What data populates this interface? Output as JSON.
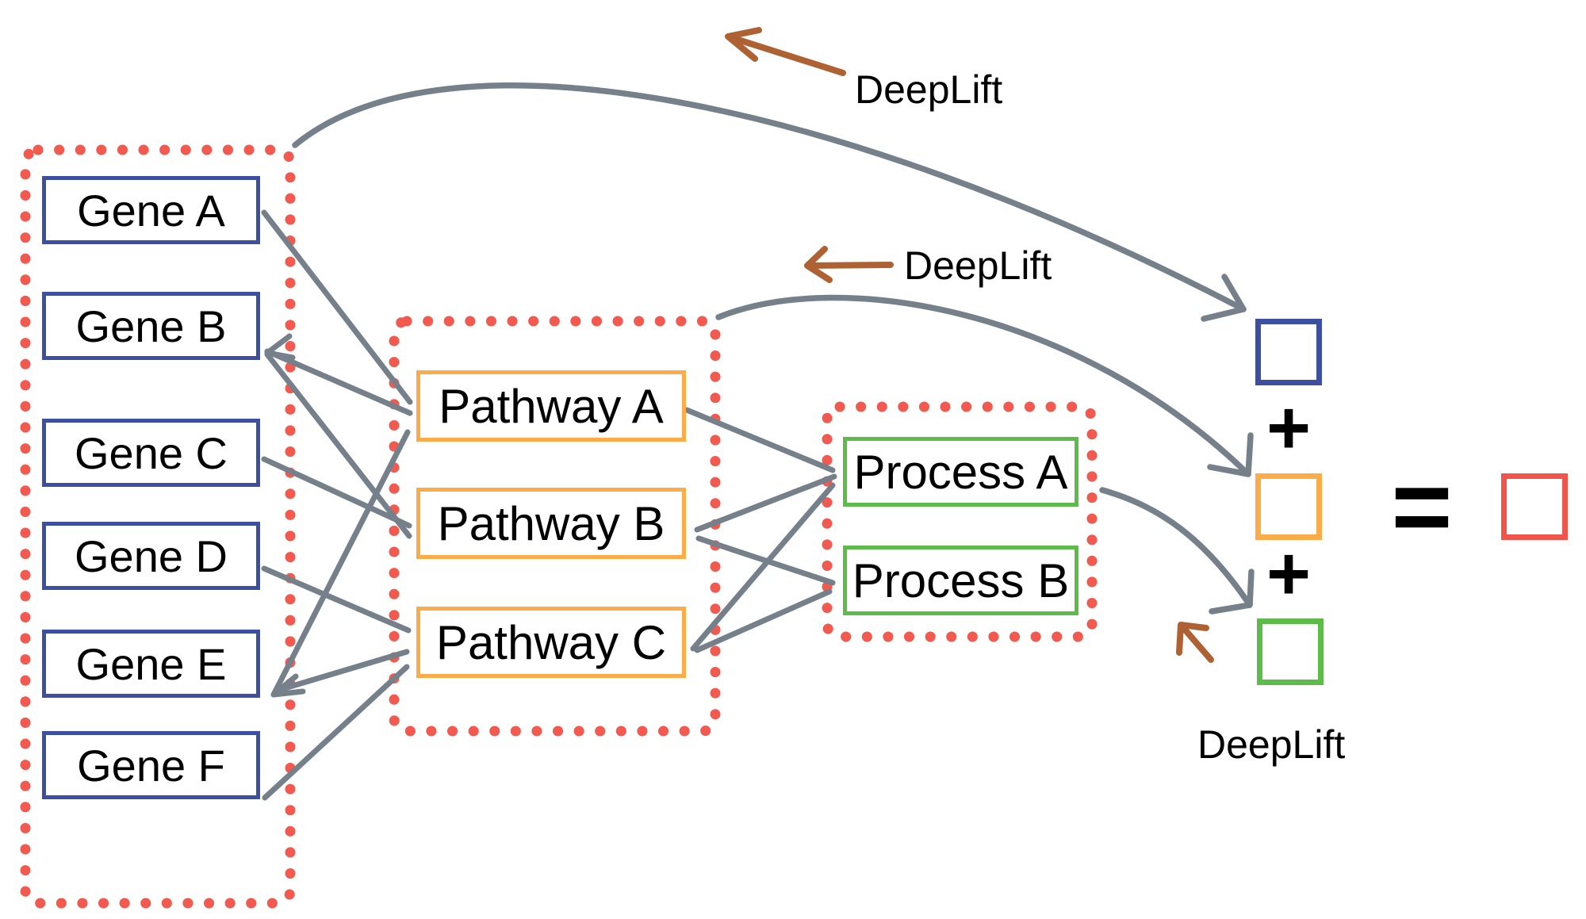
{
  "diagram": {
    "genes": [
      {
        "label": "Gene A"
      },
      {
        "label": "Gene B"
      },
      {
        "label": "Gene C"
      },
      {
        "label": "Gene D"
      },
      {
        "label": "Gene E"
      },
      {
        "label": "Gene F"
      }
    ],
    "pathways": [
      {
        "label": "Pathway A"
      },
      {
        "label": "Pathway B"
      },
      {
        "label": "Pathway C"
      }
    ],
    "processes": [
      {
        "label": "Process A"
      },
      {
        "label": "Process B"
      }
    ],
    "deeplift_labels": [
      "DeepLift",
      "DeepLift",
      "DeepLift"
    ],
    "operators": {
      "plus": "+",
      "equals": "="
    },
    "edges": {
      "gene_to_pathway": [
        [
          "Gene A",
          "Pathway A"
        ],
        [
          "Gene B",
          "Pathway A"
        ],
        [
          "Gene B",
          "Pathway B"
        ],
        [
          "Gene C",
          "Pathway B"
        ],
        [
          "Gene D",
          "Pathway C"
        ],
        [
          "Gene E",
          "Pathway A"
        ],
        [
          "Gene E",
          "Pathway C"
        ],
        [
          "Gene F",
          "Pathway C"
        ]
      ],
      "pathway_to_process": [
        [
          "Pathway A",
          "Process A"
        ],
        [
          "Pathway B",
          "Process A"
        ],
        [
          "Pathway B",
          "Process B"
        ],
        [
          "Pathway C",
          "Process A"
        ],
        [
          "Pathway C",
          "Process B"
        ]
      ],
      "deeplift_attributions": [
        [
          "gene-layer-box",
          "gene-level-square"
        ],
        [
          "pathway-layer-box",
          "pathway-level-square"
        ],
        [
          "process-layer-box",
          "process-level-square"
        ]
      ]
    },
    "result_squares": [
      {
        "name": "gene-level-square",
        "color": "#3D4FA1"
      },
      {
        "name": "pathway-level-square",
        "color": "#FBAC49"
      },
      {
        "name": "process-level-square",
        "color": "#5CBB49"
      },
      {
        "name": "total-attribution-square",
        "color": "#F1544B"
      }
    ],
    "colors": {
      "gene_border": "#3D4FA1",
      "pathway_border": "#FBAC49",
      "process_border": "#5CBB49",
      "dotted_group_box": "#F2594F",
      "connection_gray": "#75808A",
      "deeplift_arrow_brown": "#AE6233",
      "text": "#000000"
    }
  }
}
